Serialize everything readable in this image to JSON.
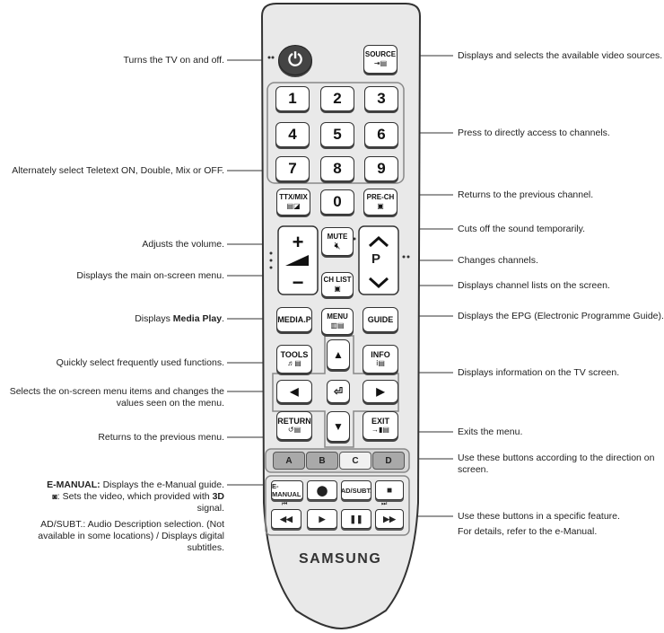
{
  "annotations": {
    "power": "Turns the TV on and off.",
    "source": "Displays and selects the available video sources.",
    "number": "Press to directly access to channels.",
    "ttx": "Alternately select Teletext ON, Double, Mix or OFF.",
    "prech": "Returns to the previous channel.",
    "mute": "Cuts off the sound temporarily.",
    "volume": "Adjusts the volume.",
    "channel": "Changes channels.",
    "menu": "Displays the main on-screen menu.",
    "chlist": "Displays channel lists on the screen.",
    "media_prefix": "Displays ",
    "media_bold": "Media Play",
    "media_suffix": ".",
    "guide": "Displays the EPG (Electronic Programme Guide).",
    "tools": "Quickly select frequently used functions.",
    "info": "Displays information on the TV screen.",
    "navigate_line1": "Selects the on-screen menu items and changes the",
    "navigate_line2": "values seen on the menu.",
    "return": "Returns to the previous menu.",
    "exit": "Exits the menu.",
    "color_line1": "Use these buttons according to the direction on",
    "color_line2": "screen.",
    "emanual_bold": "E-MANUAL:",
    "emanual_text": " Displays the e-Manual guide.",
    "video3d_line1_a": ": Sets the video, which provided with ",
    "video3d_line1_b": "3D",
    "video3d_line2": "signal.",
    "adsubt_line1": "AD/SUBT.: Audio Description selection. (Not",
    "adsubt_line2": "available in some locations) / Displays digital",
    "adsubt_line3": "subtitles.",
    "feature_line1": "Use these buttons in a specific feature.",
    "feature_line2": "For details, refer to the e-Manual."
  },
  "remote": {
    "source_label": "SOURCE",
    "digits": [
      "1",
      "2",
      "3",
      "4",
      "5",
      "6",
      "7",
      "8",
      "9"
    ],
    "zero": "0",
    "ttx_label": "TTX/MIX",
    "prech_label": "PRE-CH",
    "mute_label": "MUTE",
    "p_label": "P",
    "chlist_label": "CH LIST",
    "menu_label": "MENU",
    "media_label": "MEDIA.P",
    "guide_label": "GUIDE",
    "tools_label": "TOOLS",
    "info_label": "INFO",
    "return_label": "RETURN",
    "exit_label": "EXIT",
    "color_buttons": [
      "A",
      "B",
      "C",
      "D"
    ],
    "color_values": [
      "#a9a9a9",
      "#a9a9a9",
      "#f1f1f1",
      "#a9a9a9"
    ],
    "emanual_label": "E-MANUAL",
    "adsubt_label": "AD/SUBT.",
    "brand": "SAMSUNG"
  }
}
